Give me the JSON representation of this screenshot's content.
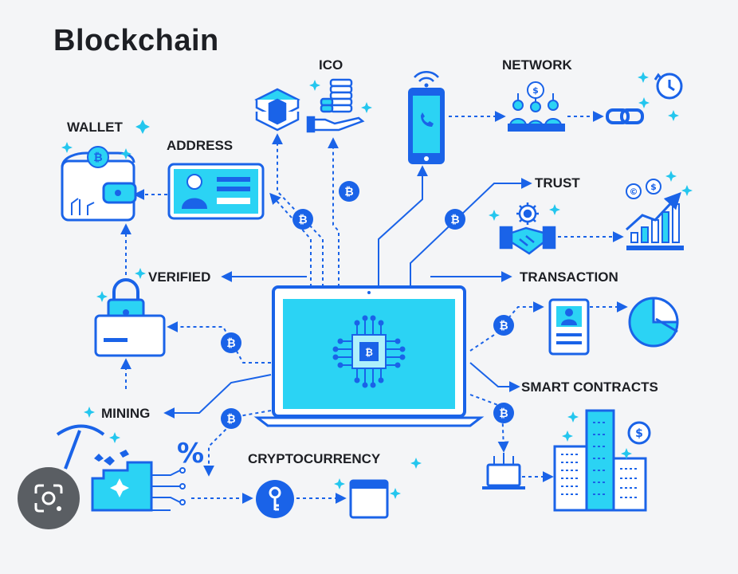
{
  "title": "Blockchain",
  "labels": {
    "ico": "ICO",
    "network": "NETWORK",
    "wallet": "WALLET",
    "address": "ADDRESS",
    "trust": "TRUST",
    "verified": "VERIFIED",
    "transaction": "TRANSACTION",
    "smart_contracts": "SMART CONTRACTS",
    "mining": "MINING",
    "cryptocurrency": "CRYPTOCURRENCY"
  },
  "symbols": {
    "percent": "%",
    "dollar": "$",
    "bitcoin": "₿",
    "copyright": "©"
  },
  "colors": {
    "primary": "#1a63e8",
    "accent": "#23c6ee",
    "ink": "#1d1f24"
  },
  "lens_button": {
    "icon": "lens-search-icon"
  }
}
